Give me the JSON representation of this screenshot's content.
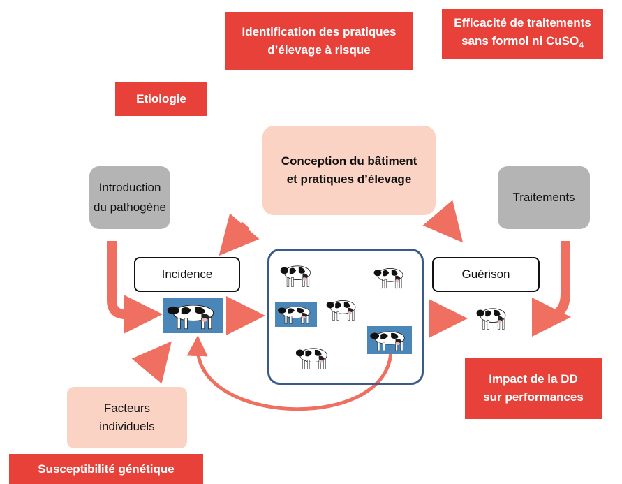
{
  "colors": {
    "red": "#e8413a",
    "grey": "#b4b4b4",
    "peach": "#fbd3c4",
    "arrow": "#ef7060",
    "herd_border": "#3a5a8c"
  },
  "top_boxes": {
    "identification": "Identification des pratiques\nd’élevage à risque",
    "efficacite_line1": "Efficacité de traitements",
    "efficacite_line2": "sans formol ni CuSO",
    "efficacite_sub": "4",
    "etiologie": "Etiologie"
  },
  "nodes": {
    "introduction": "Introduction\ndu pathogène",
    "conception": "Conception du bâtiment\net pratiques d’élevage",
    "traitements": "Traitements",
    "incidence": "Incidence",
    "guerison": "Guérison",
    "facteurs": "Facteurs\nindividuels"
  },
  "bottom_boxes": {
    "impact": "Impact de la DD\nsur performances",
    "susceptibilite": "Susceptibilité génétique"
  },
  "icons": [
    "cow-icon"
  ]
}
